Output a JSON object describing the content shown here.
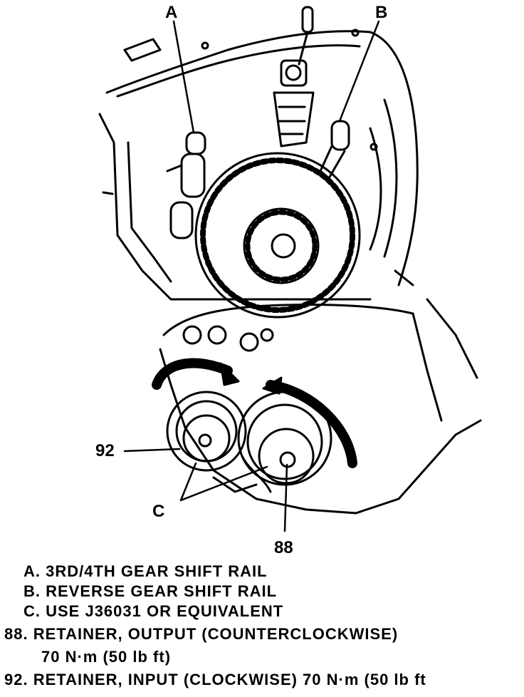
{
  "callouts": {
    "a": "A",
    "b": "B",
    "c": "C",
    "n92": "92",
    "n88": "88"
  },
  "legend": [
    "A. 3RD/4TH GEAR SHIFT RAIL",
    "B. REVERSE GEAR SHIFT RAIL",
    "C. USE J36031 OR EQUIVALENT",
    "88. RETAINER, OUTPUT (COUNTERCLOCKWISE)",
    "70 N·m (50 lb ft)",
    "92. RETAINER, INPUT (CLOCKWISE) 70 N·m (50 lb ft"
  ]
}
